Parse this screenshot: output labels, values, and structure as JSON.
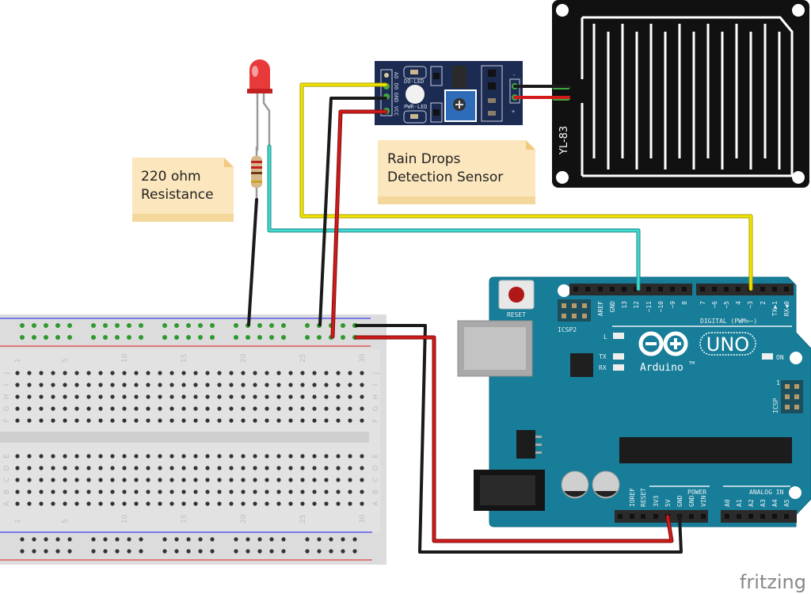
{
  "notes": {
    "resistor": [
      "220 ohm",
      "Resistance"
    ],
    "sensor": [
      "Rain Drops",
      "Detection Sensor"
    ]
  },
  "sensor_module": {
    "pins": [
      "AO",
      "DO",
      "GND",
      "VCC"
    ],
    "led_labels": [
      "DO-LED",
      "PWR-LED"
    ],
    "probe_pins": [
      "-",
      "+"
    ]
  },
  "rain_plate": {
    "label": "YL-83"
  },
  "arduino": {
    "logo": "UNO",
    "brand": "Arduino",
    "tm": "TM",
    "reset_label": "RESET",
    "icsp2_label": "ICSP2",
    "icsp_label": "ICSP",
    "icsp_pin1": "1",
    "digital_label": "DIGITAL (PWM=~)",
    "power_label": "POWER",
    "analog_label": "ANALOG IN",
    "led_L": "L",
    "led_TX": "TX",
    "led_RX": "RX",
    "led_ON": "ON",
    "digital_left_pins": [
      "",
      "",
      "AREF",
      "GND",
      "13",
      "12",
      "~11",
      "~10",
      "~9",
      "8"
    ],
    "digital_right_pins": [
      "7",
      "~6",
      "~5",
      "4",
      "~3",
      "2",
      "TX▶1",
      "RX◀0"
    ],
    "power_pins": [
      "",
      "IOREF",
      "RESET",
      "3V3",
      "5V",
      "GND",
      "GND",
      "VIN"
    ],
    "analog_pins": [
      "A0",
      "A1",
      "A2",
      "A3",
      "A4",
      "A5"
    ]
  },
  "breadboard": {
    "column_numbers": [
      "1",
      "5",
      "10",
      "15",
      "20",
      "25",
      "30"
    ],
    "rows_top": [
      "J",
      "I",
      "H",
      "G",
      "F"
    ],
    "rows_bottom": [
      "E",
      "D",
      "C",
      "B",
      "A"
    ]
  },
  "wires": {
    "colors": {
      "yellow": "#f2e600",
      "cyan": "#40d8d0",
      "black": "#1a1a1a",
      "red": "#d21a1a"
    }
  },
  "logo": "fritzing"
}
